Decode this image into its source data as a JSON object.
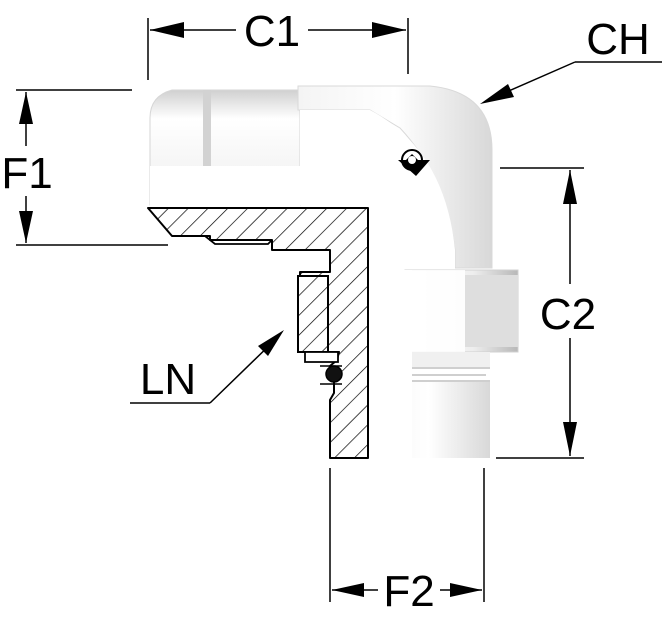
{
  "labels": {
    "c1": "C1",
    "ch": "CH",
    "f1": "F1",
    "c2": "C2",
    "ln": "LN",
    "f2": "F2"
  },
  "colors": {
    "line": "#000000",
    "body_fill": "#ffffff",
    "shade_light": "#e6e6e6",
    "shade_mid": "#c8c8c8",
    "shade_dark": "#a8a8a8"
  },
  "icons": {
    "logo": "brand-logo-icon"
  }
}
